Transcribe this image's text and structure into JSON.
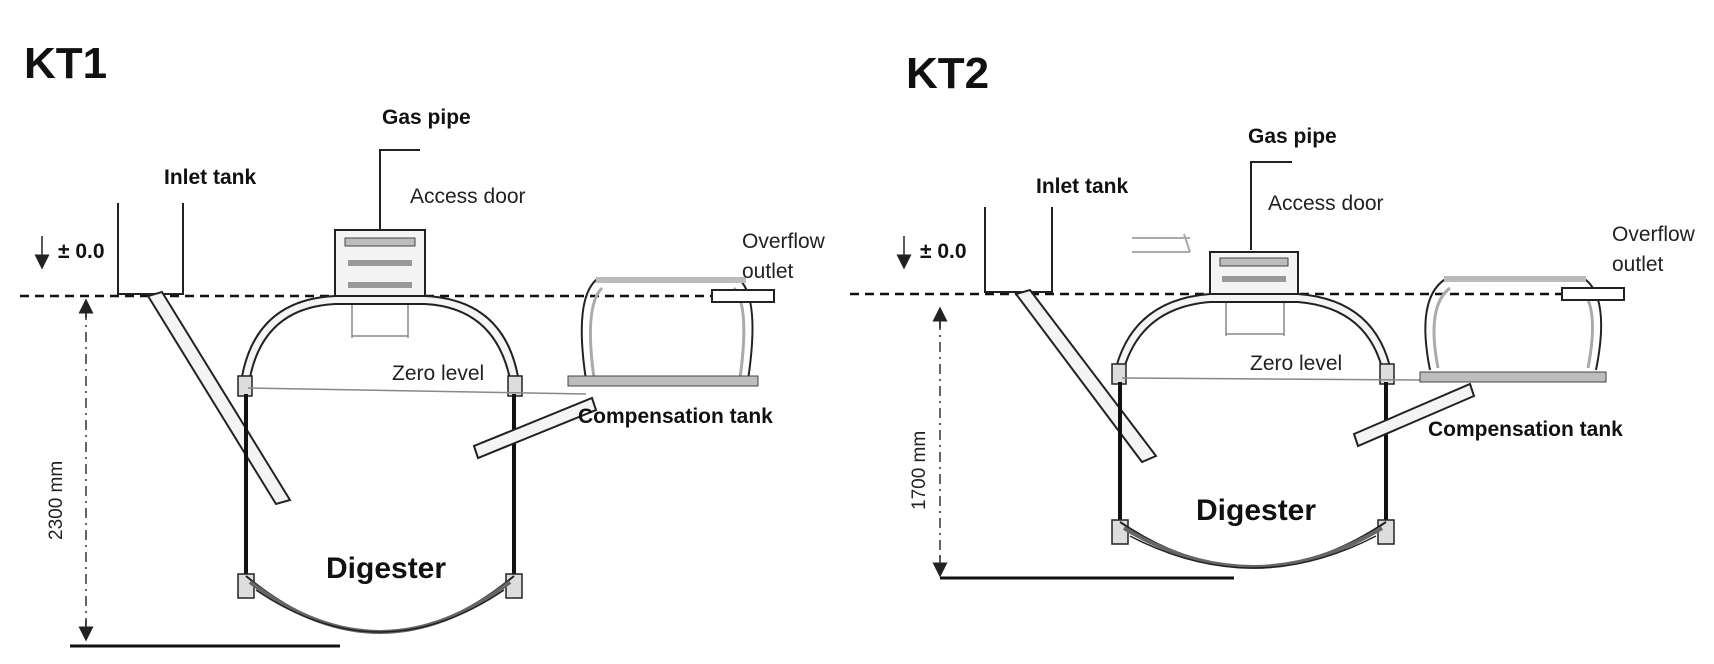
{
  "kt1": {
    "title": "KT1",
    "gas_pipe": "Gas pipe",
    "inlet_tank": "Inlet tank",
    "access_door": "Access door",
    "level_mark": "± 0.0",
    "overflow_line1": "Overflow",
    "overflow_line2": "outlet",
    "zero_level": "Zero level",
    "compensation_tank": "Compensation tank",
    "digester": "Digester",
    "depth": "2300 mm"
  },
  "kt2": {
    "title": "KT2",
    "gas_pipe": "Gas pipe",
    "inlet_tank": "Inlet tank",
    "access_door": "Access door",
    "level_mark": "± 0.0",
    "overflow_line1": "Overflow",
    "overflow_line2": "outlet",
    "zero_level": "Zero level",
    "compensation_tank": "Compensation tank",
    "digester": "Digester",
    "depth": "1700 mm"
  }
}
